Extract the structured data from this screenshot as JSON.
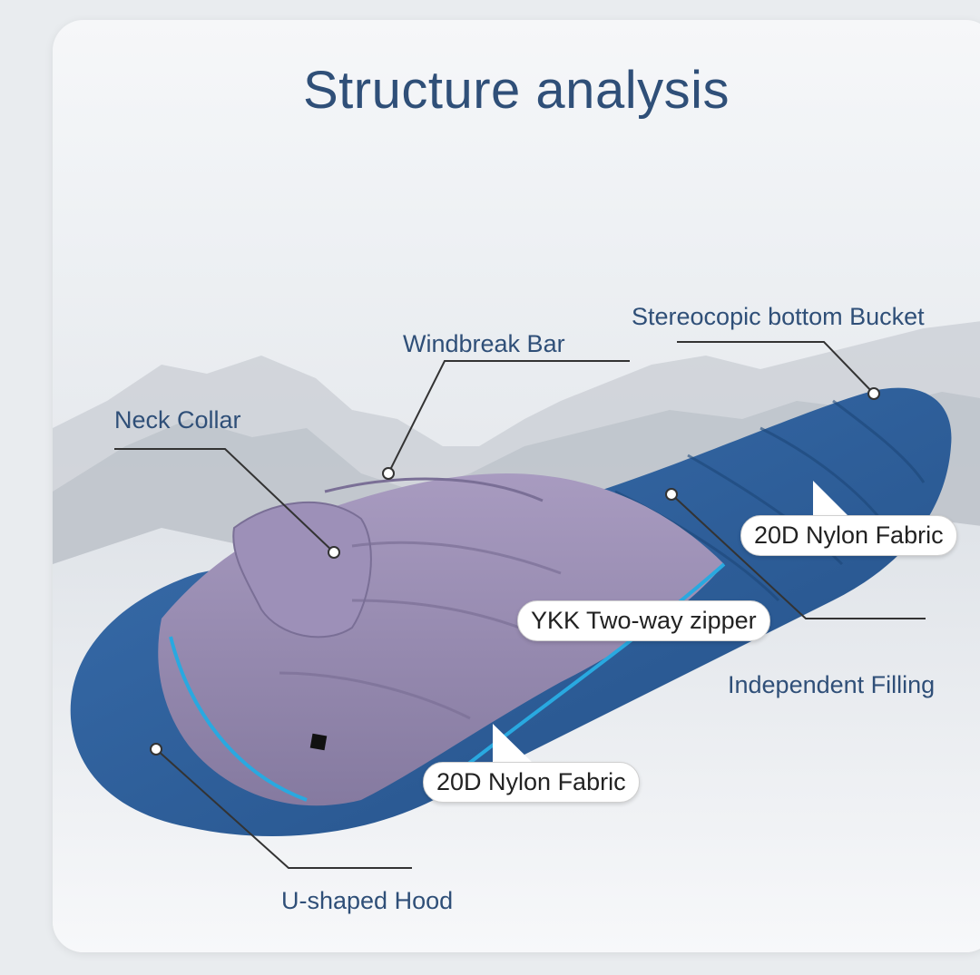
{
  "title": "Structure analysis",
  "labels": {
    "stereoscopic_bucket": "Stereocopic bottom Bucket",
    "windbreak_bar": "Windbreak Bar",
    "neck_collar": "Neck Collar",
    "nylon_fabric_top": "20D Nylon Fabric",
    "ykk_zipper": "YKK Two-way zipper",
    "independent_filling": "Independent Filling",
    "nylon_fabric_bottom": "20D Nylon Fabric",
    "u_shaped_hood": "U-shaped Hood"
  },
  "colors": {
    "title": "#2f4f78",
    "shell": "#2b5f9c",
    "lining": "#9486ad",
    "trim": "#29a9e0"
  }
}
